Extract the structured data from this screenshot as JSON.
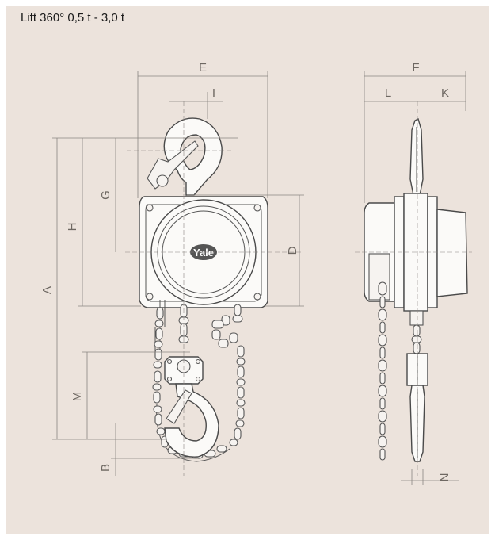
{
  "title": "Lift 360° 0,5 t - 3,0 t",
  "logo": "Yale",
  "dimension_labels": {
    "A": "A",
    "B": "B",
    "D": "D",
    "E": "E",
    "F": "F",
    "G": "G",
    "H": "H",
    "I": "I",
    "K": "K",
    "L": "L",
    "M": "M",
    "N": "N"
  },
  "colors": {
    "background": "#ece3dc"
  }
}
